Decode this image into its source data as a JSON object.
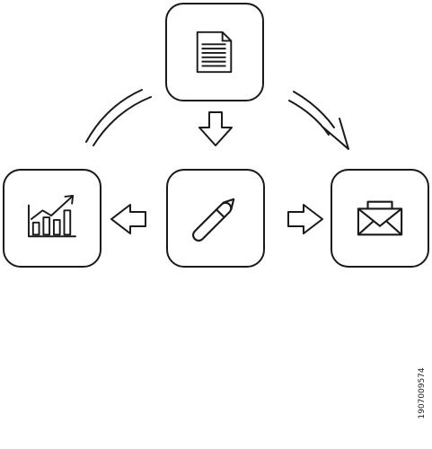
{
  "diagram": {
    "nodes": [
      {
        "id": "document",
        "icon": "document-icon"
      },
      {
        "id": "pencil",
        "icon": "pencil-icon"
      },
      {
        "id": "chart",
        "icon": "bar-chart-icon"
      },
      {
        "id": "mail",
        "icon": "envelope-icon"
      }
    ],
    "edges": [
      {
        "from": "document",
        "to": "pencil",
        "style": "block-arrow"
      },
      {
        "from": "document",
        "to": "mail",
        "style": "curved-double-line-arrow"
      },
      {
        "from": "chart",
        "to": "document",
        "style": "curved-double-line"
      },
      {
        "from": "pencil",
        "to": "chart",
        "style": "block-arrow"
      },
      {
        "from": "pencil",
        "to": "mail",
        "style": "block-arrow"
      }
    ]
  },
  "stock_id": "1907009574",
  "colors": {
    "stroke": "#1a1a1a",
    "background": "#ffffff"
  }
}
